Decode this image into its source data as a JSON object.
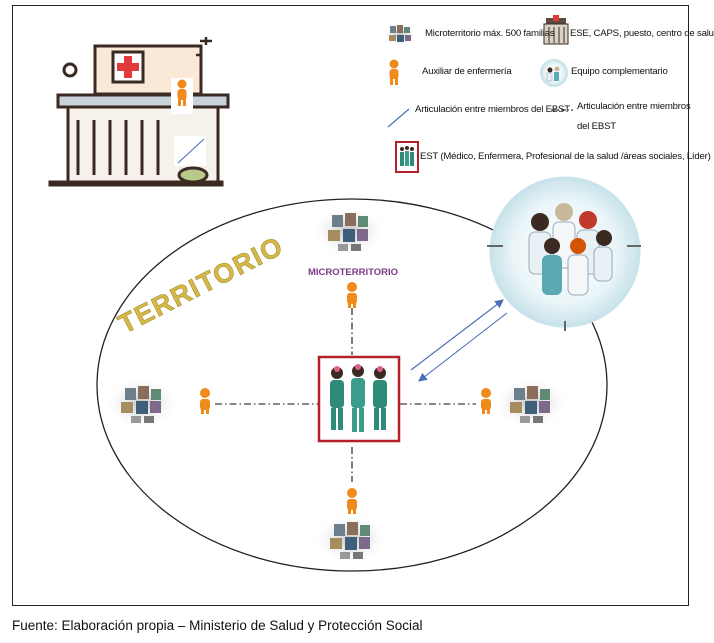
{
  "legend": {
    "microterritorio": "Microterritorio máx. 500 familias",
    "ese": "ESE, CAPS, puesto, centro de salud",
    "auxiliar": "Auxiliar de enfermería",
    "equipo_complementario": "Equipo complementario",
    "articulacion_ebst_1": "Articulación entre miembros del EBST",
    "articulacion_ebst_2_line1": "Articulación entre miembros",
    "articulacion_ebst_2_line2": "del EBST",
    "est": "EST (Médico, Enfermera, Profesional de la salud /áreas sociales, Líder)"
  },
  "diagram": {
    "territorio": "TERRITORIO",
    "microterritorio": "MICROTERRITORIO"
  },
  "colors": {
    "territorio_gold": "#d4b84a",
    "microterritorio_purple": "#7b3a86",
    "auxiliar_orange": "#f08a1c",
    "est_border": "#b5202a",
    "arrow_blue": "#4a6fb5",
    "hospital_outline": "#3a2a22",
    "hospital_cross": "#e23a3a"
  },
  "source": "Fuente: Elaboración propia – Ministerio de Salud y Protección Social"
}
